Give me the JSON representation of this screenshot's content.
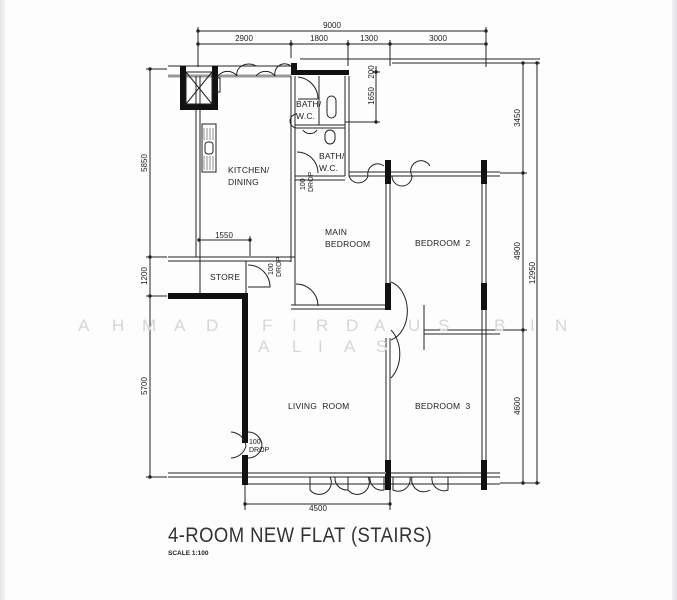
{
  "plan": {
    "title": "4-ROOM NEW FLAT (STAIRS)",
    "scale": "SCALE  1:100",
    "watermark_line1": [
      "A",
      "H",
      "M",
      "A",
      "D",
      "F",
      "I",
      "R",
      "D",
      "A",
      "U",
      "S",
      "B",
      "I",
      "N"
    ],
    "watermark_line2": [
      "A",
      "L",
      "I",
      "A",
      "S"
    ],
    "rooms": {
      "kitchen_line1": "KITCHEN/",
      "kitchen_line2": "DINING",
      "bath1_line1": "BATH/",
      "bath1_line2": "W.C.",
      "bath2_line1": "BATH/",
      "bath2_line2": "W.C.",
      "main_bedroom_line1": "MAIN",
      "main_bedroom_line2": "BEDROOM",
      "bedroom2": "BEDROOM  2",
      "bedroom3": "BEDROOM  3",
      "store": "STORE",
      "living_room": "LIVING  ROOM"
    },
    "drops": {
      "value": "100",
      "label": "DROP"
    },
    "dimensions": {
      "top_total": "9000",
      "top_segments": [
        "2900",
        "1800",
        "1300",
        "3000"
      ],
      "left_segments": [
        "5850",
        "1200",
        "5700"
      ],
      "right_segments": [
        "3450",
        "4900",
        "4600"
      ],
      "right_total": "12950",
      "bath_200": "200",
      "bath_1650": "1650",
      "kitchen_1550": "1550",
      "bottom_4500": "4500"
    }
  }
}
